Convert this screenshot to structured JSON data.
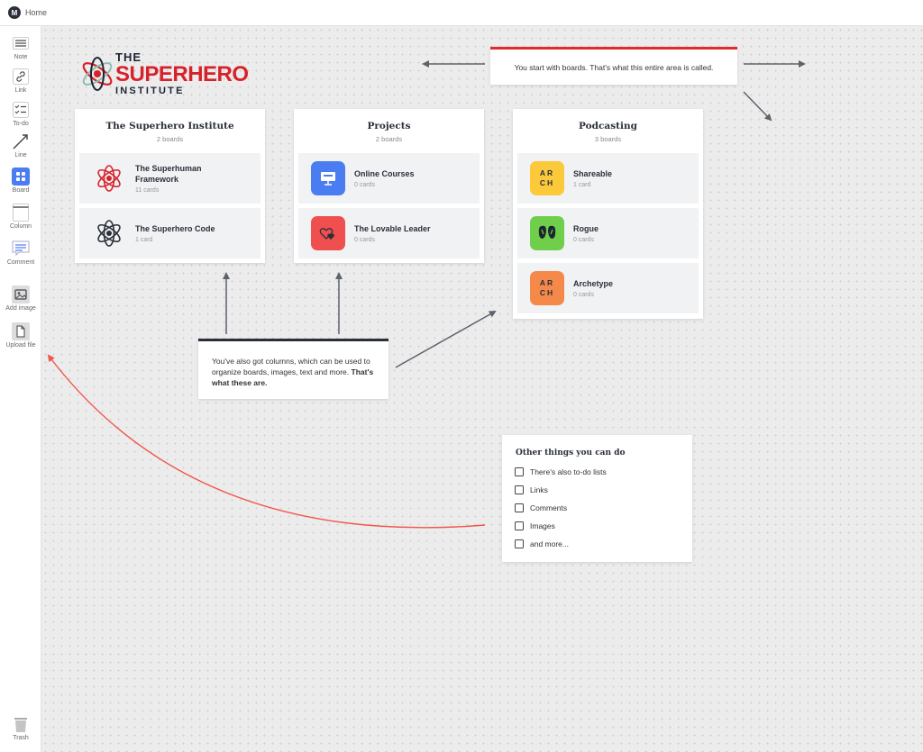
{
  "topbar": {
    "title": "Home",
    "logo_letter": "M"
  },
  "sidebar": {
    "tools": [
      {
        "label": "Note",
        "icon": "note-icon"
      },
      {
        "label": "Link",
        "icon": "link-icon"
      },
      {
        "label": "To-do",
        "icon": "todo-icon"
      },
      {
        "label": "Line",
        "icon": "line-icon"
      },
      {
        "label": "Board",
        "icon": "board-icon"
      },
      {
        "label": "Column",
        "icon": "column-icon"
      },
      {
        "label": "Comment",
        "icon": "comment-icon"
      },
      {
        "label": "Add image",
        "icon": "add-image-icon"
      },
      {
        "label": "Upload file",
        "icon": "upload-file-icon"
      }
    ],
    "trash": {
      "label": "Trash",
      "icon": "trash-icon"
    }
  },
  "brand": {
    "line1": "THE",
    "line2": "SUPERHERO",
    "line3": "INSTITUTE"
  },
  "columns": [
    {
      "title": "The Superhero Institute",
      "count": "2 boards",
      "boards": [
        {
          "name": "The Superhuman Framework",
          "meta": "11 cards",
          "icon": "atom-red-icon"
        },
        {
          "name": "The Superhero Code",
          "meta": "1 card",
          "icon": "atom-dark-icon"
        }
      ]
    },
    {
      "title": "Projects",
      "count": "2 boards",
      "boards": [
        {
          "name": "Online Courses",
          "meta": "0 cards",
          "icon": "presentation-icon",
          "color": "#4a7cf2"
        },
        {
          "name": "The Lovable Leader",
          "meta": "0 cards",
          "icon": "hearts-icon",
          "color": "#ef4f4f"
        }
      ]
    },
    {
      "title": "Podcasting",
      "count": "3 boards",
      "boards": [
        {
          "name": "Shareable",
          "meta": "1 card",
          "icon": "arch-icon",
          "color": "#fcc93a",
          "tile": [
            "AR",
            "CH"
          ]
        },
        {
          "name": "Rogue",
          "meta": "0 cards",
          "icon": "rogue-icon",
          "color": "#6fcf4a"
        },
        {
          "name": "Archetype",
          "meta": "0 cards",
          "icon": "arch-icon",
          "color": "#f5894a",
          "tile": [
            "AR",
            "CH"
          ]
        }
      ]
    }
  ],
  "notes": {
    "boards_note": "You start with boards. That's what this entire area is called.",
    "columns_note": "You've also got columns, which can be used to organize boards, images, text and more.",
    "columns_note_bold": "That's what these are."
  },
  "todo": {
    "title": "Other things you can do",
    "items": [
      "There's also to-do lists",
      "Links",
      "Comments",
      "Images",
      "and more..."
    ]
  },
  "colors": {
    "brand_red": "#d8222b",
    "note_accent_red": "#e02a2f",
    "note_accent_dark": "#2a2f3a",
    "arrow": "#5d626b",
    "curve": "#f0574a"
  }
}
